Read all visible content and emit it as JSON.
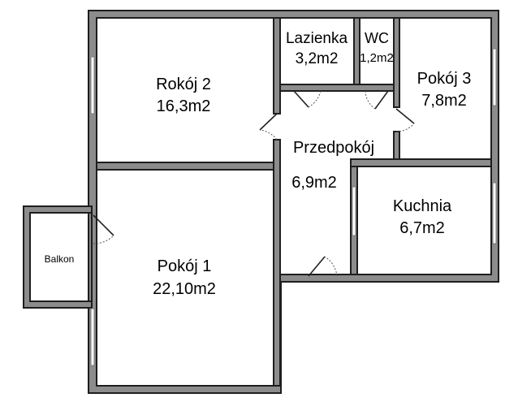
{
  "rooms": [
    {
      "id": "rokoj2",
      "name": "Rokój 2",
      "area": "16,3m2"
    },
    {
      "id": "lazienka",
      "name": "Lazienka",
      "area": "3,2m2"
    },
    {
      "id": "wc",
      "name": "WC",
      "area": "1,2m2"
    },
    {
      "id": "pokoj3",
      "name": "Pokój 3",
      "area": "7,8m2"
    },
    {
      "id": "przedpokoj",
      "name": "Przedpokój",
      "area": "6,9m2"
    },
    {
      "id": "kuchnia",
      "name": "Kuchnia",
      "area": "6,7m2"
    },
    {
      "id": "pokoj1",
      "name": "Pokój 1",
      "area": "22,10m2"
    },
    {
      "id": "balkon",
      "name": "Balkon",
      "area": ""
    }
  ],
  "colors": {
    "wall": "#8c8c8c",
    "wall_outline": "#1e1e1e",
    "background": "#ffffff"
  }
}
